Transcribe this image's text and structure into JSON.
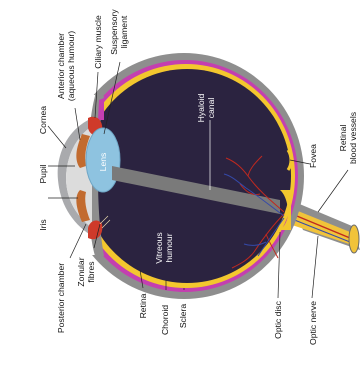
{
  "labels": {
    "pupil": "Pupil",
    "iris": "Iris",
    "cornea": "Cornea",
    "anterior_chamber": [
      "Anterior chamber",
      "(aqueous humour)"
    ],
    "ciliary_muscle": "Ciliary muscle",
    "suspensory_ligament": [
      "Suspensory",
      "ligament"
    ],
    "lens": "Lens",
    "hyaloid_canal": [
      "Hyaloid",
      "canal"
    ],
    "vitreous_humour": [
      "Vitreous",
      "humour"
    ],
    "fovea": "Fovea",
    "retinal_blood_vessels": [
      "Retinal",
      "blood vessels"
    ],
    "posterior_chamber": "Posterior chamber",
    "zonular_fibres": [
      "Zonular",
      "fibres"
    ],
    "retina": "Retina",
    "choroid": "Choroid",
    "sclera": "Sclera",
    "optic_disc": "Optic disc",
    "optic_nerve": "Optic nerve"
  },
  "colors": {
    "vitreous": "#2b2340",
    "sclera": "#8e8e8e",
    "choroid": "#c43fb0",
    "retina": "#f3c72e",
    "cornea": "#a9aaad",
    "lens": "#8ec3e0",
    "iris": "#c26b2f",
    "ciliary": "#cf3a2a",
    "vessels": "#c0291f",
    "optic_nerve": "#f1c33a"
  }
}
